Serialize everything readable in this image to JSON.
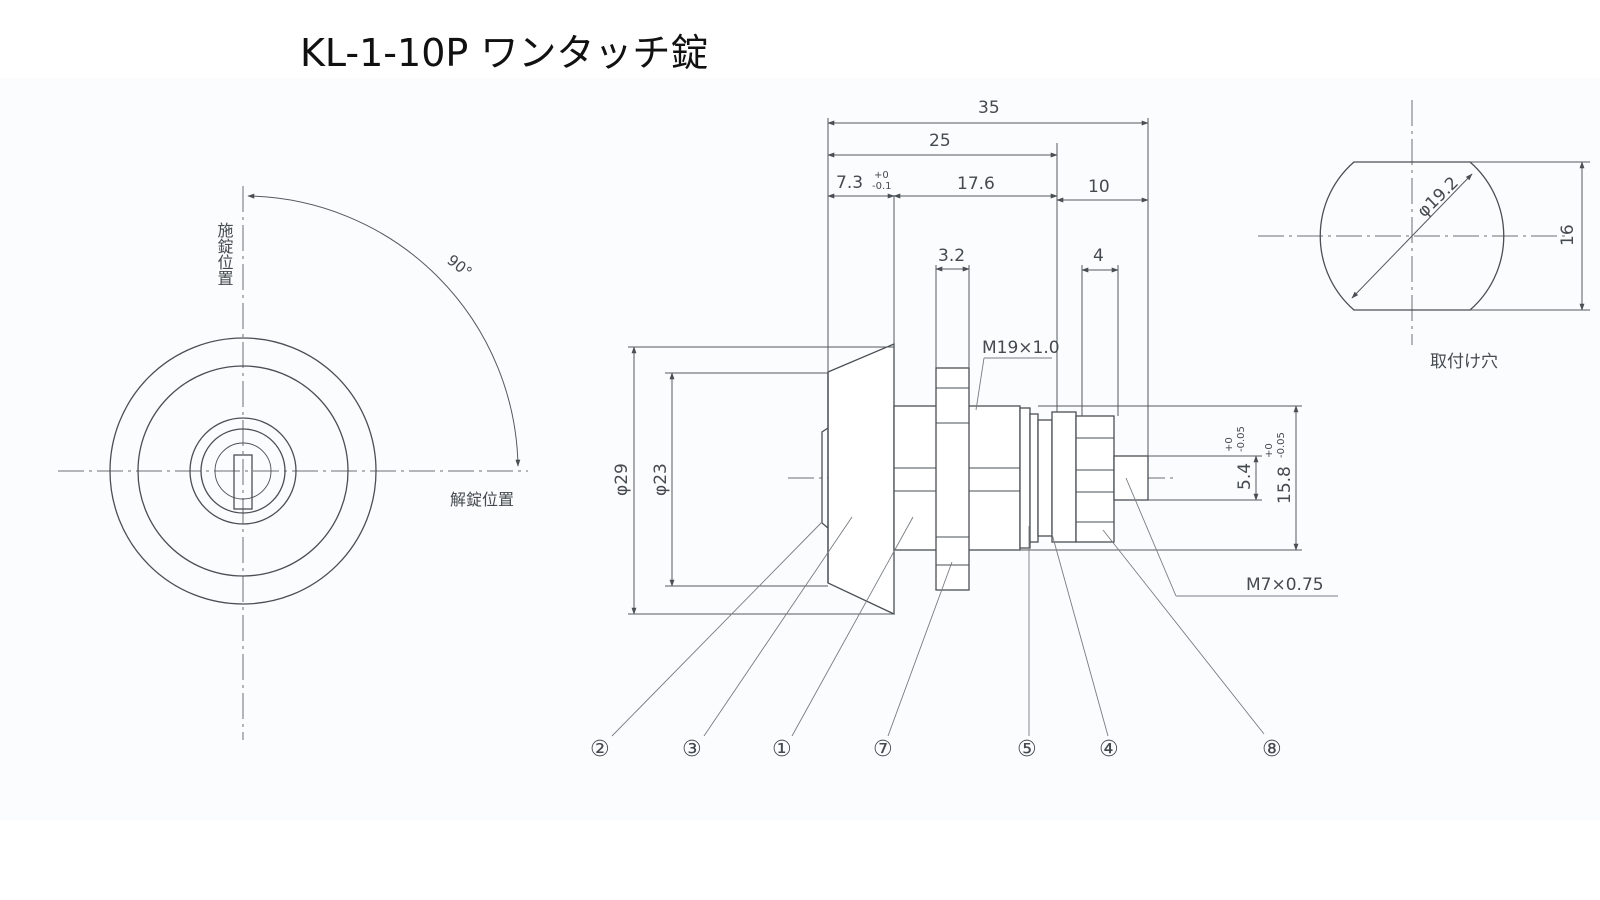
{
  "title": "KL-1-10P ワンタッチ錠",
  "front_view": {
    "lock_label": "施錠位置",
    "unlock_label": "解錠位置",
    "angle_label": "90°"
  },
  "side_view": {
    "dims": {
      "overall": "35",
      "d25": "25",
      "d7_3": "7.3",
      "tol_plus_1": "+0",
      "tol_minus_1": "-0.1",
      "d17_6": "17.6",
      "d10": "10",
      "d3_2": "3.2",
      "d4": "4",
      "thread_main": "M19×1.0",
      "phi29": "φ29",
      "phi23": "φ23",
      "d5_4": "5.4",
      "tol_plus_2": "+0",
      "tol_minus_2": "-0.05",
      "d15_8": "15.8",
      "tol_plus_3": "+0",
      "tol_minus_3": "-0.05",
      "thread_shaft": "M7×0.75"
    },
    "part_numbers": [
      "②",
      "③",
      "①",
      "⑦",
      "⑤",
      "④",
      "⑧"
    ]
  },
  "mounting_hole": {
    "diameter": "φ19.2",
    "width": "16",
    "caption": "取付け穴"
  }
}
